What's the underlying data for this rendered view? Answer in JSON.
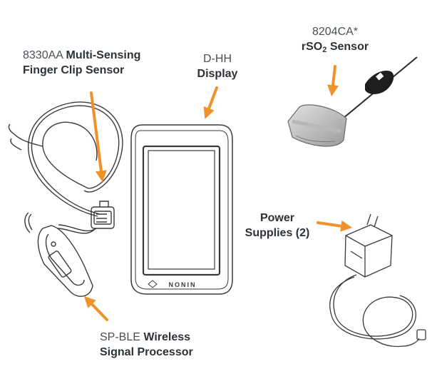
{
  "labels": {
    "finger_clip": {
      "code": "8330AA",
      "name_line1": "Multi-Sensing",
      "name_line2": "Finger Clip Sensor"
    },
    "display": {
      "code": "D-HH",
      "name": "Display"
    },
    "rso2": {
      "code": "8204CA*",
      "name_prefix": "rSO",
      "name_subscript": "2",
      "name_suffix": "Sensor"
    },
    "power": {
      "line1": "Power",
      "line2": "Supplies (2)"
    },
    "processor": {
      "code": "SP-BLE",
      "name_line1": "Wireless",
      "name_line2": "Signal Processor"
    }
  },
  "device_logo_text": "NONIN",
  "colors": {
    "arrow": "#f0922b",
    "text": "#2d3138",
    "line_art": "#3a3a3a"
  }
}
